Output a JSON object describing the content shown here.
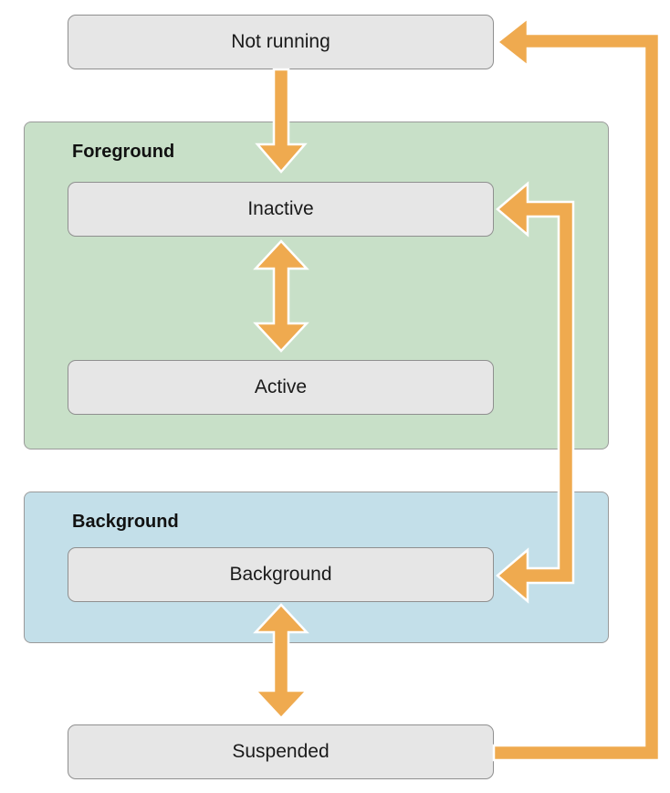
{
  "groups": {
    "foreground": {
      "title": "Foreground"
    },
    "background": {
      "title": "Background"
    }
  },
  "states": {
    "not_running": "Not running",
    "inactive": "Inactive",
    "active": "Active",
    "background": "Background",
    "suspended": "Suspended"
  },
  "colors": {
    "arrow": "#efaa4f",
    "arrow_outline": "#ffffff",
    "foreground_fill": "#c8e0c8",
    "background_fill": "#c3dfe9",
    "state_fill": "#e6e6e6"
  }
}
